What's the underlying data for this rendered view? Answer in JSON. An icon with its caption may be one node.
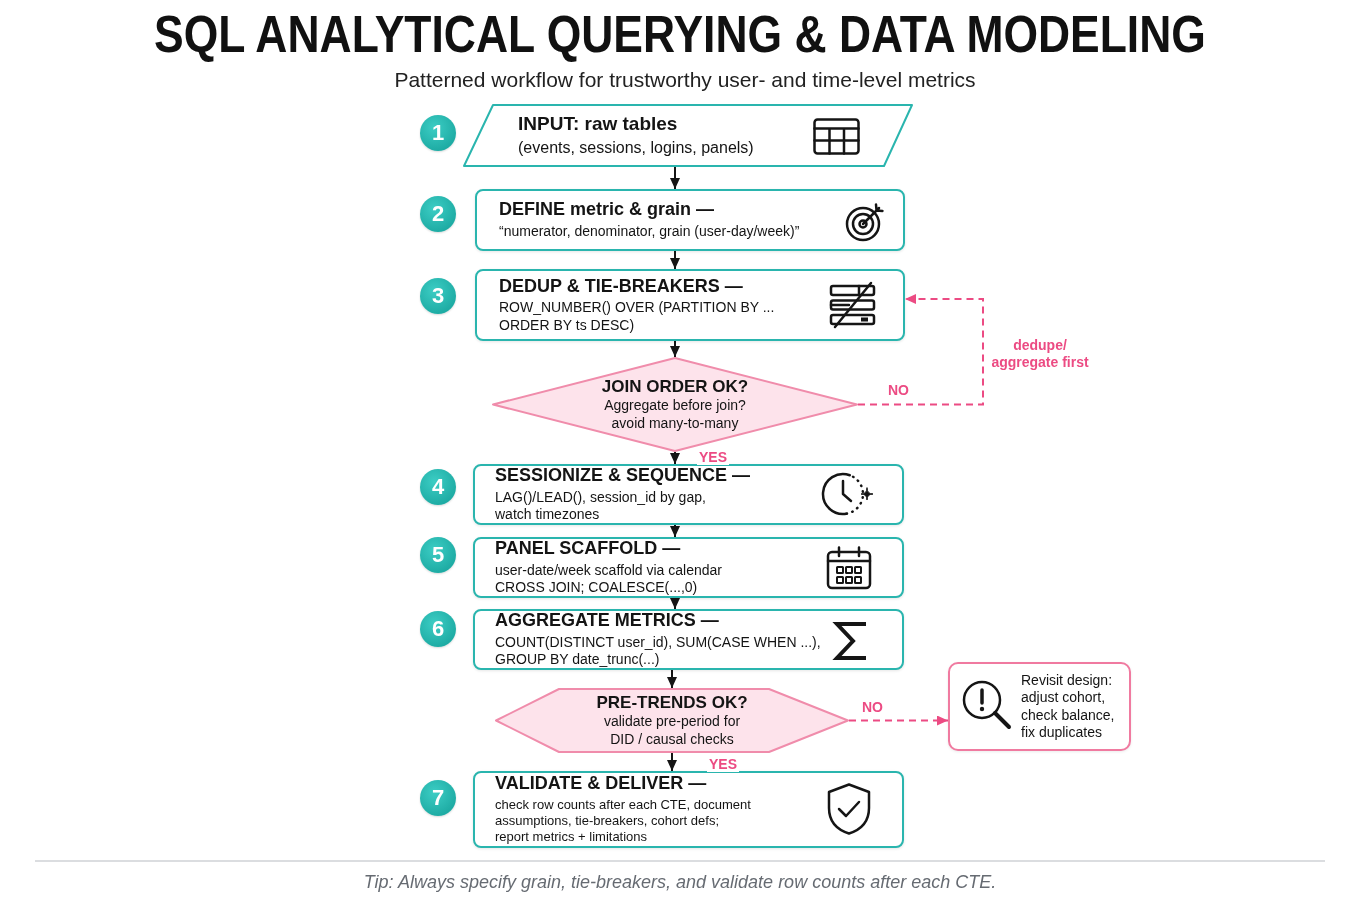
{
  "diagram": {
    "title": "SQL ANALYTICAL QUERYING & DATA MODELING",
    "caption": "Tip: Always specify grain, tie-breakers, and validate row counts after each CTE.",
    "nodes": [
      {
        "text": [
          "INPUT: raw tables",
          "(events, sessions, logins, panels)"
        ],
        "beside": [
          "1"
        ]
      },
      {
        "text": [
          "DEFINE metric & grain —",
          "“numerator, denominator, grain (user-day/week)”"
        ],
        "beside": [
          "2"
        ]
      },
      {
        "text": [
          "DEDUP & TIE-BREAKERS —",
          "ROW_NUMBER() OVER (PARTITION BY ... ORDER BY ts DESC)"
        ],
        "beside": [
          "3"
        ]
      },
      {
        "text": [
          "JOIN ORDER OK?",
          "Aggregate before join? avoid many-to-many"
        ]
      },
      {
        "text": [
          "SESSIONIZE & SEQUENCE —",
          "LAG()/LEAD(), session_id by gap, watch timezones"
        ],
        "beside": [
          "4"
        ]
      },
      {
        "text": [
          "PANEL SCAFFOLD —",
          "user-date/week scaffold via calendar CROSS JOIN; COALESCE(...,0)"
        ],
        "beside": [
          "5"
        ]
      },
      {
        "text": [
          "AGGREGATE METRICS —",
          "COUNT(DISTINCT user_id), SUM(CASE WHEN ...), GROUP BY date_trunc(...)"
        ],
        "beside": [
          "6"
        ]
      },
      {
        "text": [
          "PRE-TRENDS OK?",
          "validate pre-period for DID / causal checks"
        ]
      },
      {
        "text": [
          "Revisit design: adjust cohort, check balance, fix duplicates"
        ]
      },
      {
        "text": [
          "VALIDATE & DELIVER —",
          "check row counts after each CTE, document assumptions, tie-breakers, cohort defs; report metrics + limitations"
        ],
        "beside": [
          "7"
        ]
      }
    ],
    "edges": [
      {
        "from": 0,
        "to": 1,
        "arrow": "to"
      },
      {
        "from": 1,
        "to": 2,
        "arrow": "to"
      },
      {
        "from": 2,
        "to": 3,
        "arrow": "to"
      },
      {
        "from": 3,
        "to": 4,
        "arrow": "to",
        "label": "YES"
      },
      {
        "from": 3,
        "to": 2,
        "arrow": "to",
        "label": "NO",
        "style": "dashed",
        "color": "#ec4b83"
      },
      {
        "from": 4,
        "to": 5,
        "arrow": "to"
      },
      {
        "from": 5,
        "to": 6,
        "arrow": "to"
      },
      {
        "from": 6,
        "to": 7,
        "arrow": "to"
      },
      {
        "from": 7,
        "to": 9,
        "arrow": "to",
        "label": "YES"
      },
      {
        "from": 7,
        "to": 8,
        "arrow": "to",
        "label": "NO",
        "style": "dashed",
        "color": "#ec4b83"
      }
    ],
    "labels": [
      "Patterned workflow for trustworthy user- and time-level metrics",
      "dedupe/ aggregate first"
    ]
  }
}
